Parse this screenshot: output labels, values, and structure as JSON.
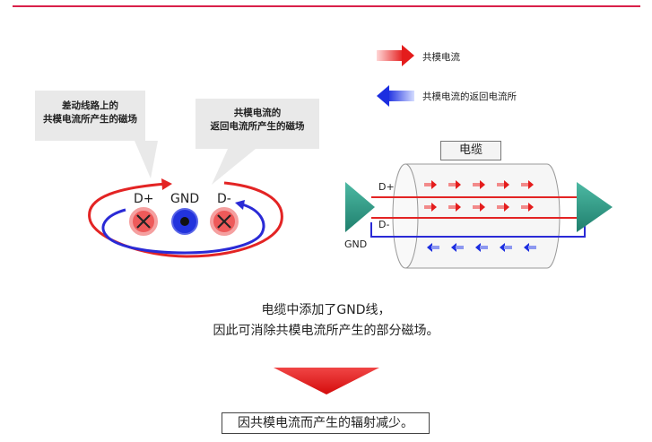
{
  "callouts": {
    "left": {
      "line1": "差动线路上的",
      "line2": "共模电流所产生的磁场"
    },
    "right": {
      "line1": "共模电流的",
      "line2": "返回电流所产生的磁场"
    }
  },
  "conductors": {
    "dplus": "D+",
    "gnd": "GND",
    "dminus": "D-"
  },
  "legend": {
    "common_mode": "共模电流",
    "return": "共模电流的返回电流所"
  },
  "cable": {
    "title": "电缆",
    "dplus": "D+",
    "dminus": "D-",
    "gnd": "GND"
  },
  "caption": {
    "line1": "电缆中添加了GND线，",
    "line2": "因此可消除共模电流所产生的部分磁场。"
  },
  "result": "因共模电流而产生的辐射减少。",
  "colors": {
    "accent_red": "#e32424",
    "accent_blue": "#2a2ad6",
    "teal": "#2e9a86",
    "topline": "#d9204a"
  },
  "icons": {
    "dplus_marker": "cross-circle-icon",
    "dminus_marker": "cross-circle-icon",
    "gnd_marker": "dot-circle-icon",
    "red_arrow": "arrow-right-icon",
    "blue_arrow": "arrow-left-icon",
    "result_arrow": "triangle-down-icon"
  }
}
